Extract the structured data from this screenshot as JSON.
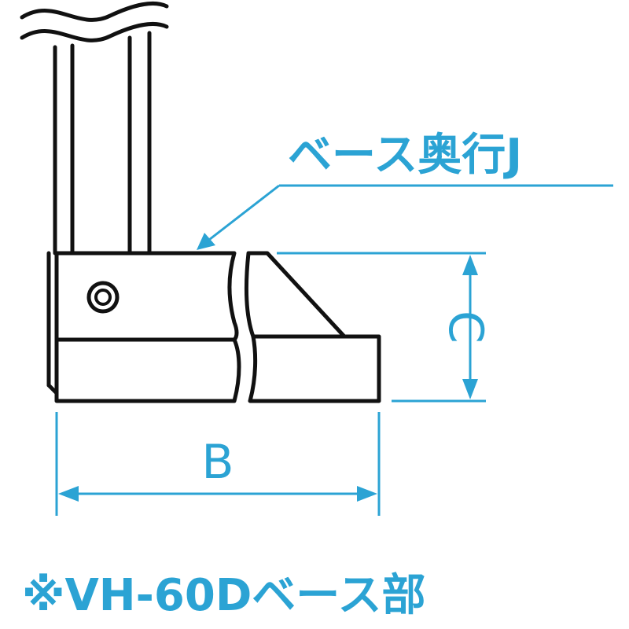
{
  "colors": {
    "accent": "#2ba3d4",
    "outline": "#111111",
    "background": "#ffffff"
  },
  "labels": {
    "depth_callout": "ベース奥行J",
    "dim_b": "B",
    "dim_c": "C",
    "caption": "※VH-60Dベース部"
  }
}
